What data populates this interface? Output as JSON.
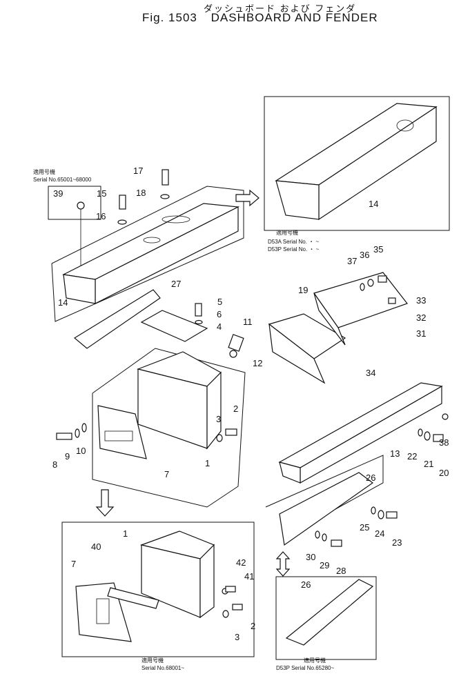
{
  "header": {
    "japanese": "ダッシュボード および フェンダ",
    "fig_label": "Fig. 1503",
    "title": "DASHBOARD AND FENDER"
  },
  "notes": {
    "box_tl_jp": "適用号機",
    "box_tl_serial": "Serial No.65001~68000",
    "box_tr_jp": "適用号機",
    "box_tr_d53a": "D53A Serial No. ・ ~",
    "box_tr_d53p": "D53P Serial No. ・ ~",
    "box_bl_jp": "適用号機",
    "box_bl_serial": "Serial No.68001~",
    "box_br_jp": "適用号機",
    "box_br_serial": "D53P Serial No.65280~"
  },
  "callouts": [
    "1",
    "2",
    "3",
    "4",
    "5",
    "6",
    "7",
    "8",
    "9",
    "10",
    "11",
    "12",
    "13",
    "14",
    "15",
    "16",
    "17",
    "18",
    "19",
    "20",
    "21",
    "22",
    "23",
    "24",
    "25",
    "26",
    "27",
    "28",
    "29",
    "30",
    "31",
    "32",
    "33",
    "34",
    "35",
    "36",
    "37",
    "38",
    "39",
    "40",
    "41",
    "42"
  ]
}
